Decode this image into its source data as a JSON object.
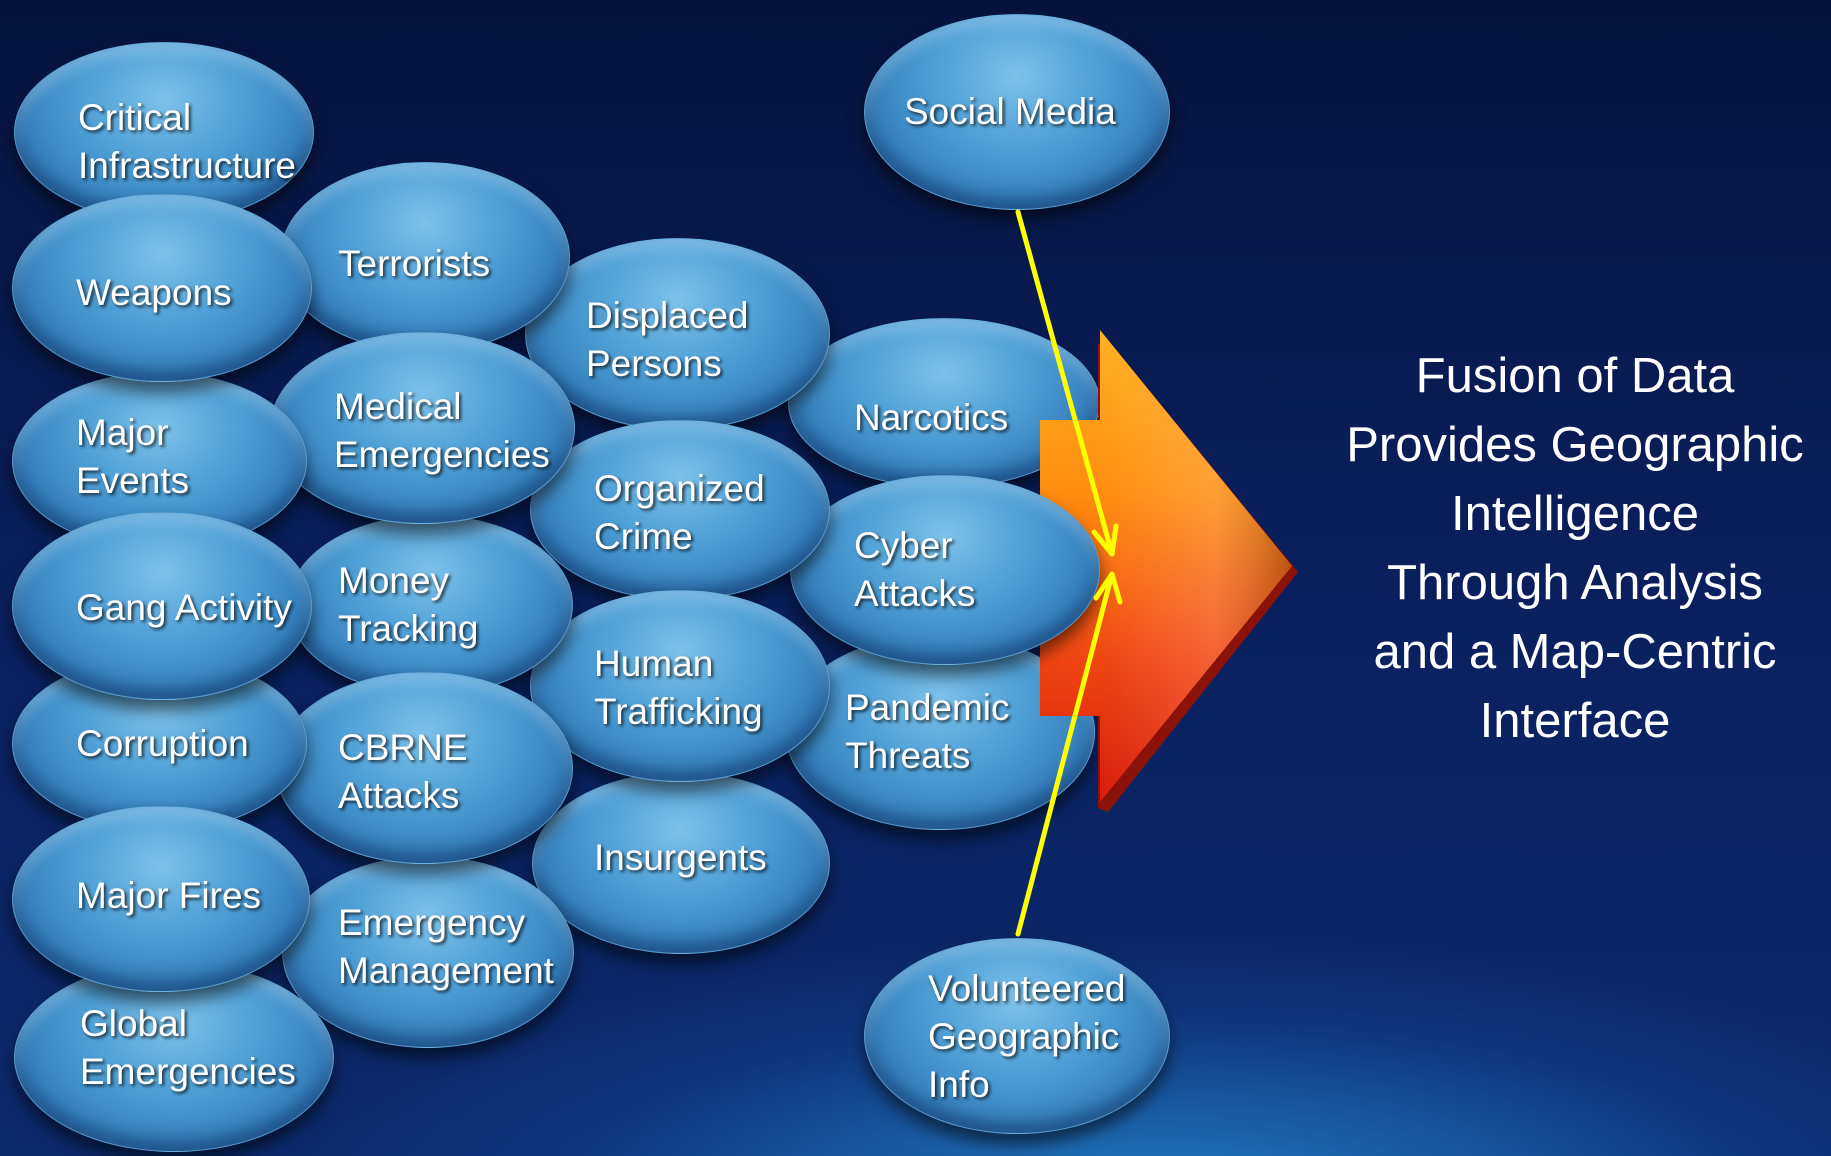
{
  "categories": {
    "critical_infrastructure": [
      "Critical",
      "Infrastructure"
    ],
    "weapons": [
      "Weapons"
    ],
    "major_events": [
      "Major",
      "Events"
    ],
    "gang_activity": [
      "Gang Activity"
    ],
    "corruption": [
      "Corruption"
    ],
    "major_fires": [
      "Major Fires"
    ],
    "global_emergencies": [
      "Global",
      "Emergencies"
    ],
    "terrorists": [
      "Terrorists"
    ],
    "medical_emergencies": [
      "Medical",
      "Emergencies"
    ],
    "money_tracking": [
      "Money",
      "Tracking"
    ],
    "cbrne_attacks": [
      "CBRNE",
      "Attacks"
    ],
    "emergency_management": [
      "Emergency",
      "Management"
    ],
    "displaced_persons": [
      "Displaced",
      "Persons"
    ],
    "organized_crime": [
      "Organized",
      "Crime"
    ],
    "human_trafficking": [
      "Human",
      "Trafficking"
    ],
    "insurgents": [
      "Insurgents"
    ],
    "narcotics": [
      "Narcotics"
    ],
    "cyber_attacks": [
      "Cyber",
      "Attacks"
    ],
    "pandemic_threats": [
      "Pandemic",
      "Threats"
    ]
  },
  "sources": {
    "social_media": [
      "Social Media"
    ],
    "volunteered_geographic_info": [
      "Volunteered",
      "Geographic",
      "Info"
    ]
  },
  "conclusion": [
    "Fusion of Data",
    "Provides Geographic",
    "Intelligence",
    "Through Analysis",
    "and a Map-Centric",
    "Interface"
  ],
  "colors": {
    "bubble": "#3f8fcc",
    "arrow_orange": "#ff8c10",
    "arrow_red": "#e8200e",
    "connector": "#ffff00",
    "background": "#0a1f5c"
  }
}
